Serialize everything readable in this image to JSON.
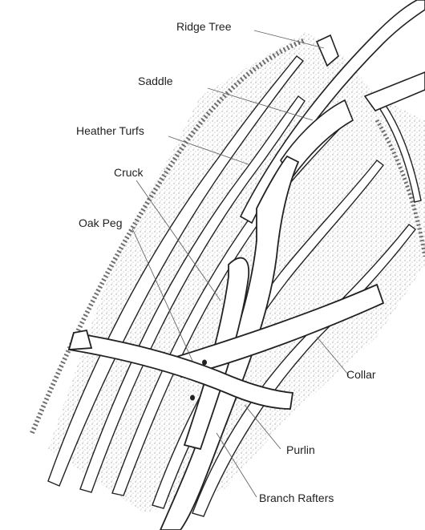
{
  "diagram": {
    "labels": {
      "ridge_tree": "Ridge Tree",
      "saddle": "Saddle",
      "heather_turfs": "Heather Turfs",
      "cruck": "Cruck",
      "oak_peg": "Oak Peg",
      "collar": "Collar",
      "purlin": "Purlin",
      "branch_rafters": "Branch Rafters"
    },
    "colors": {
      "ink": "#222222",
      "timber": "#ffffff",
      "turf_shade": "#555555",
      "leader": "#666666"
    }
  }
}
